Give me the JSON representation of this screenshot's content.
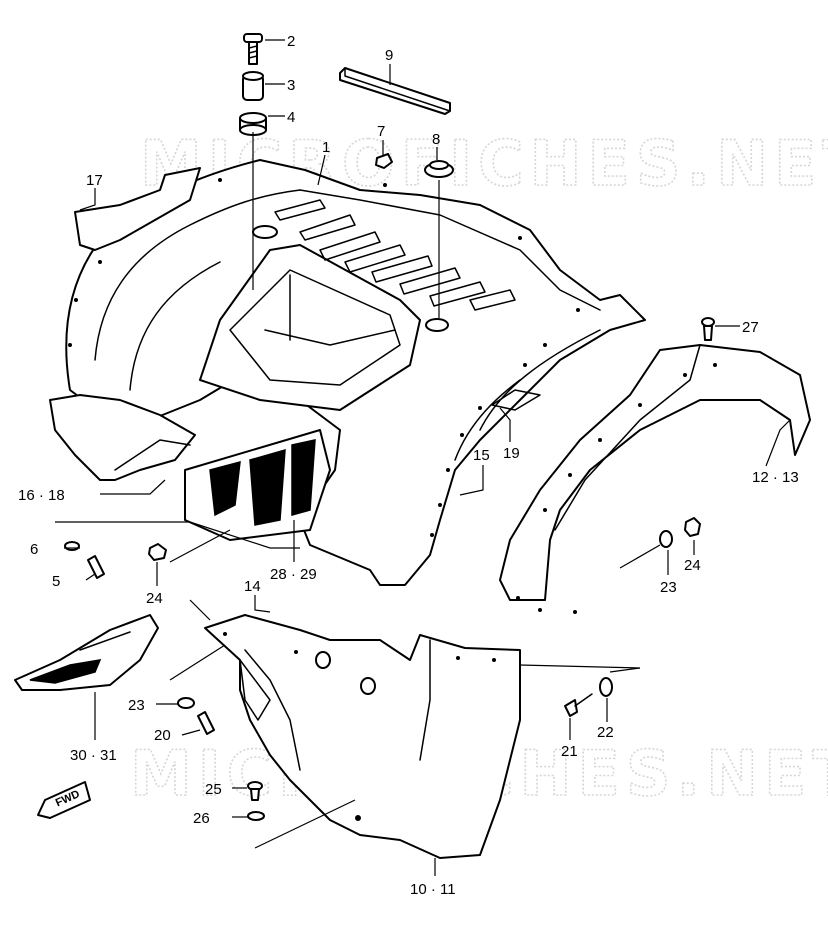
{
  "watermark": "MICROFICHES.NET",
  "fwd_label": "FWD",
  "callouts": [
    {
      "id": "c2",
      "label": "2"
    },
    {
      "id": "c3",
      "label": "3"
    },
    {
      "id": "c4",
      "label": "4"
    },
    {
      "id": "c9",
      "label": "9"
    },
    {
      "id": "c7",
      "label": "7"
    },
    {
      "id": "c8",
      "label": "8"
    },
    {
      "id": "c1",
      "label": "1"
    },
    {
      "id": "c17",
      "label": "17"
    },
    {
      "id": "c27",
      "label": "27"
    },
    {
      "id": "c19",
      "label": "19"
    },
    {
      "id": "c15",
      "label": "15"
    },
    {
      "id": "c1213",
      "label": "12 · 13"
    },
    {
      "id": "c1618",
      "label": "16 · 18"
    },
    {
      "id": "c6",
      "label": "6"
    },
    {
      "id": "c5",
      "label": "5"
    },
    {
      "id": "c24a",
      "label": "24"
    },
    {
      "id": "c2829",
      "label": "28 · 29"
    },
    {
      "id": "c14",
      "label": "14"
    },
    {
      "id": "c23a",
      "label": "23"
    },
    {
      "id": "c24b",
      "label": "24"
    },
    {
      "id": "c23b",
      "label": "23"
    },
    {
      "id": "c20",
      "label": "20"
    },
    {
      "id": "c3031",
      "label": "30 · 31"
    },
    {
      "id": "c21",
      "label": "21"
    },
    {
      "id": "c22",
      "label": "22"
    },
    {
      "id": "c25",
      "label": "25"
    },
    {
      "id": "c26",
      "label": "26"
    },
    {
      "id": "c1011",
      "label": "10 · 11"
    }
  ]
}
